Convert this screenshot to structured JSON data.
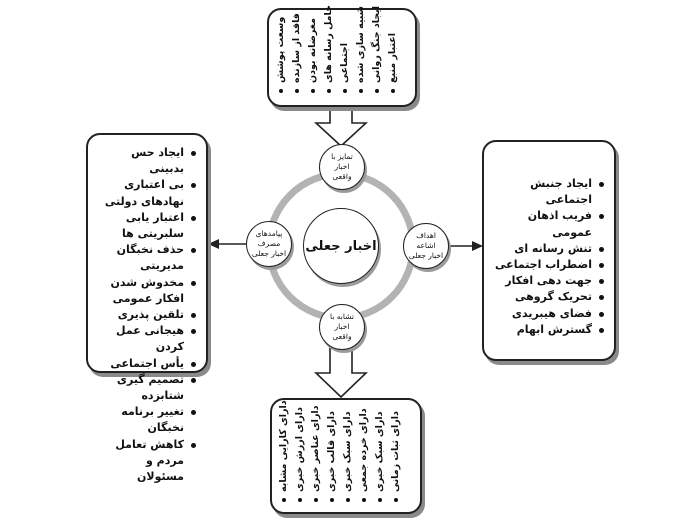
{
  "center": {
    "label": "اخبار جعلی"
  },
  "circles": {
    "top": "تمایز با اخبار واقعی",
    "left": "پیامدهای مصرف اخبار جعلی",
    "right": "اهداف اشاعه اخبار جعلی",
    "bottom": "تشابه با اخبار واقعی"
  },
  "boxes": {
    "top": [
      "وسعت پوشش",
      "فاقد از سازنده",
      "مغرضانه بودن",
      "حامل رسانه های",
      "اجتماعی",
      "شبیه سازی شده",
      "ایجاد جنگ روانی",
      "اعتبار منبع"
    ],
    "left": [
      "ایجاد حس بدبینی",
      "بی اعتباری نهادهای دولتی",
      "اعتبار یابی سلبریتی ها",
      "حذف نخبگان مدیریتی",
      "مخدوش شدن افکار عمومی",
      "تلقین پذیری",
      "هیجانی عمل کردن",
      "یأس اجتماعی",
      "تصمیم گیری شتابزده",
      "تغییر برنامه نخبگان",
      "کاهش تعامل مردم و مسئولان"
    ],
    "right": [
      "ایجاد جنبش اجتماعی",
      "فریب اذهان عمومی",
      "تنش رسانه ای",
      "اضطراب اجتماعی",
      "جهت دهی افکار",
      "تحریک گروهی",
      "فضای هیبریدی",
      "گسترش ابهام"
    ],
    "bottom": [
      "دارای کارایی مشابه",
      "دارای ارزش خبری",
      "دارای عناصر خبری",
      "دارای قالب خبری",
      "دارای سبک خبری",
      "دارای خرده جمعی",
      "دارای سبک خبری",
      "دارای ثبات زمانی"
    ]
  },
  "colors": {
    "ring": "#b3b3b3",
    "stroke": "#222222",
    "shadow": "#8a8a8a"
  }
}
